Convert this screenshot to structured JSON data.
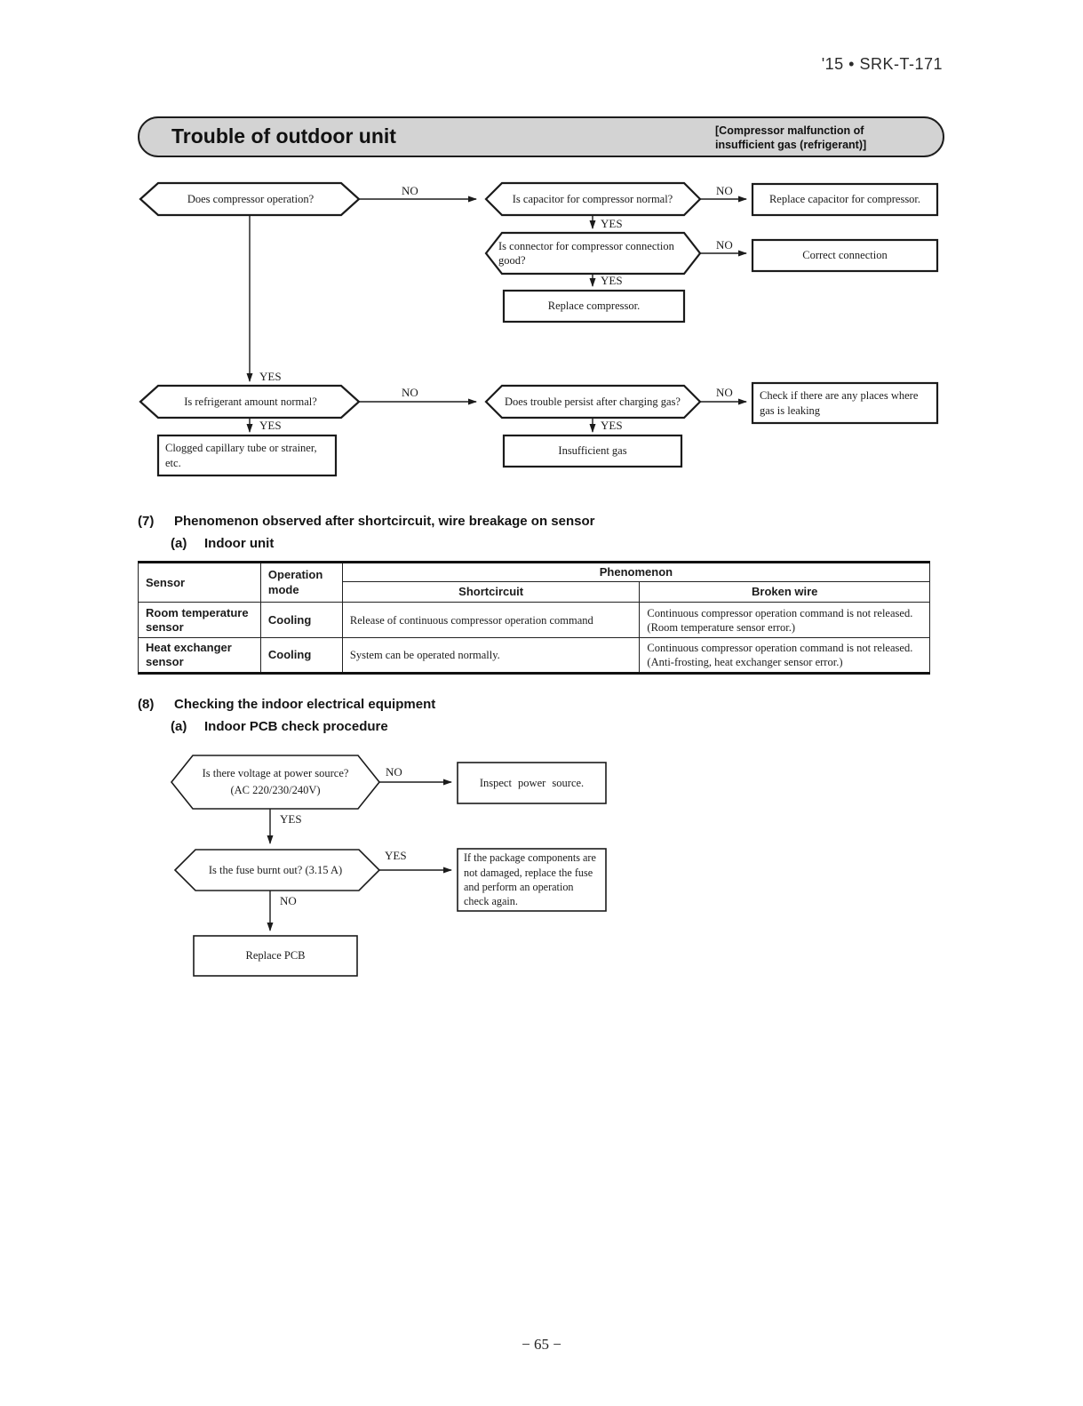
{
  "page": {
    "header_code": "'15 • SRK-T-171",
    "page_number": "− 65 −"
  },
  "banner": {
    "title": "Trouble of outdoor unit",
    "subtitle_line1": "[Compressor malfunction of",
    "subtitle_line2": "insufficient gas (refrigerant)]"
  },
  "labels": {
    "yes": "YES",
    "no": "NO"
  },
  "flowchart_outdoor": {
    "nodes": {
      "q_compressor": "Does compressor operation?",
      "q_capacitor": "Is capacitor for compressor normal?",
      "q_connector_1": "Is connector for compressor connection",
      "q_connector_2": "good?",
      "q_refrigerant": "Is refrigerant amount normal?",
      "q_charging": "Does trouble persist after charging gas?",
      "a_replace_capacitor": "Replace capacitor for compressor.",
      "a_correct_connection": "Correct connection",
      "a_replace_compressor": "Replace compressor.",
      "a_clogged_1": "Clogged capillary tube or strainer,",
      "a_clogged_2": "etc.",
      "a_check_leak_1": "Check if there are any places where",
      "a_check_leak_2": "gas is leaking",
      "a_insufficient": "Insufficient gas"
    }
  },
  "section7": {
    "number": "(7)",
    "title": "Phenomenon observed after shortcircuit, wire breakage on sensor",
    "sub_number": "(a)",
    "subtitle": "Indoor unit",
    "table": {
      "headers": {
        "sensor": "Sensor",
        "operation_mode": "Operation mode",
        "phenomenon": "Phenomenon",
        "shortcircuit": "Shortcircuit",
        "broken_wire": "Broken wire"
      },
      "rows": [
        {
          "sensor": "Room temperature sensor",
          "mode": "Cooling",
          "shortcircuit": "Release of continuous compressor operation command",
          "broken_wire_1": "Continuous compressor operation command is not released.",
          "broken_wire_2": "(Room temperature sensor error.)"
        },
        {
          "sensor": "Heat exchanger sensor",
          "mode": "Cooling",
          "shortcircuit": "System can be operated normally.",
          "broken_wire_1": "Continuous compressor operation command is not released.",
          "broken_wire_2": "(Anti-frosting, heat exchanger sensor error.)"
        }
      ]
    }
  },
  "section8": {
    "number": "(8)",
    "title": "Checking the indoor electrical equipment",
    "sub_number": "(a)",
    "subtitle": "Indoor PCB check procedure"
  },
  "flowchart_pcb": {
    "nodes": {
      "q_voltage_1": "Is there voltage at power source?",
      "q_voltage_2": "(AC 220/230/240V)",
      "a_inspect": "Inspect power source.",
      "q_fuse": "Is the fuse burnt out? (3.15 A)",
      "a_fuse": "If the package components are not damaged, replace the fuse and perform an operation check again.",
      "a_replace_pcb": "Replace PCB"
    }
  }
}
